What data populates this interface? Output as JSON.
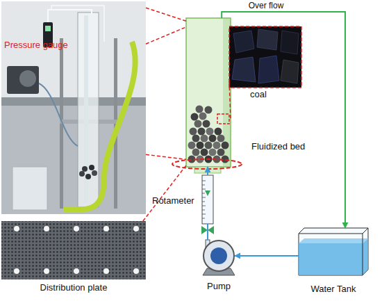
{
  "diagram": {
    "nodes": [
      {
        "text": [
          "Pressure gauge"
        ]
      },
      {
        "text": [
          "Fluidized bed"
        ]
      },
      {
        "text": [
          "coal"
        ]
      },
      {
        "text": [
          "Rotameter"
        ]
      },
      {
        "text": [
          "Pump"
        ]
      },
      {
        "text": [
          "Water Tank"
        ]
      },
      {
        "text": [
          "Distribution plate"
        ]
      }
    ],
    "edges": [
      {
        "from": 1,
        "to": 5,
        "arrow": "to",
        "label": "Over flow"
      },
      {
        "from": 0,
        "to": 1,
        "arrow": "none"
      },
      {
        "from": 0,
        "to": 1,
        "arrow": "none"
      },
      {
        "from": 0,
        "to": 1,
        "arrow": "none"
      },
      {
        "from": 2,
        "to": 1,
        "arrow": "none"
      },
      {
        "from": 6,
        "to": 1,
        "arrow": "none"
      },
      {
        "from": 5,
        "to": 4,
        "arrow": "to"
      },
      {
        "from": 4,
        "to": 3,
        "arrow": "none"
      },
      {
        "from": 3,
        "to": 1,
        "arrow": "to"
      }
    ]
  }
}
